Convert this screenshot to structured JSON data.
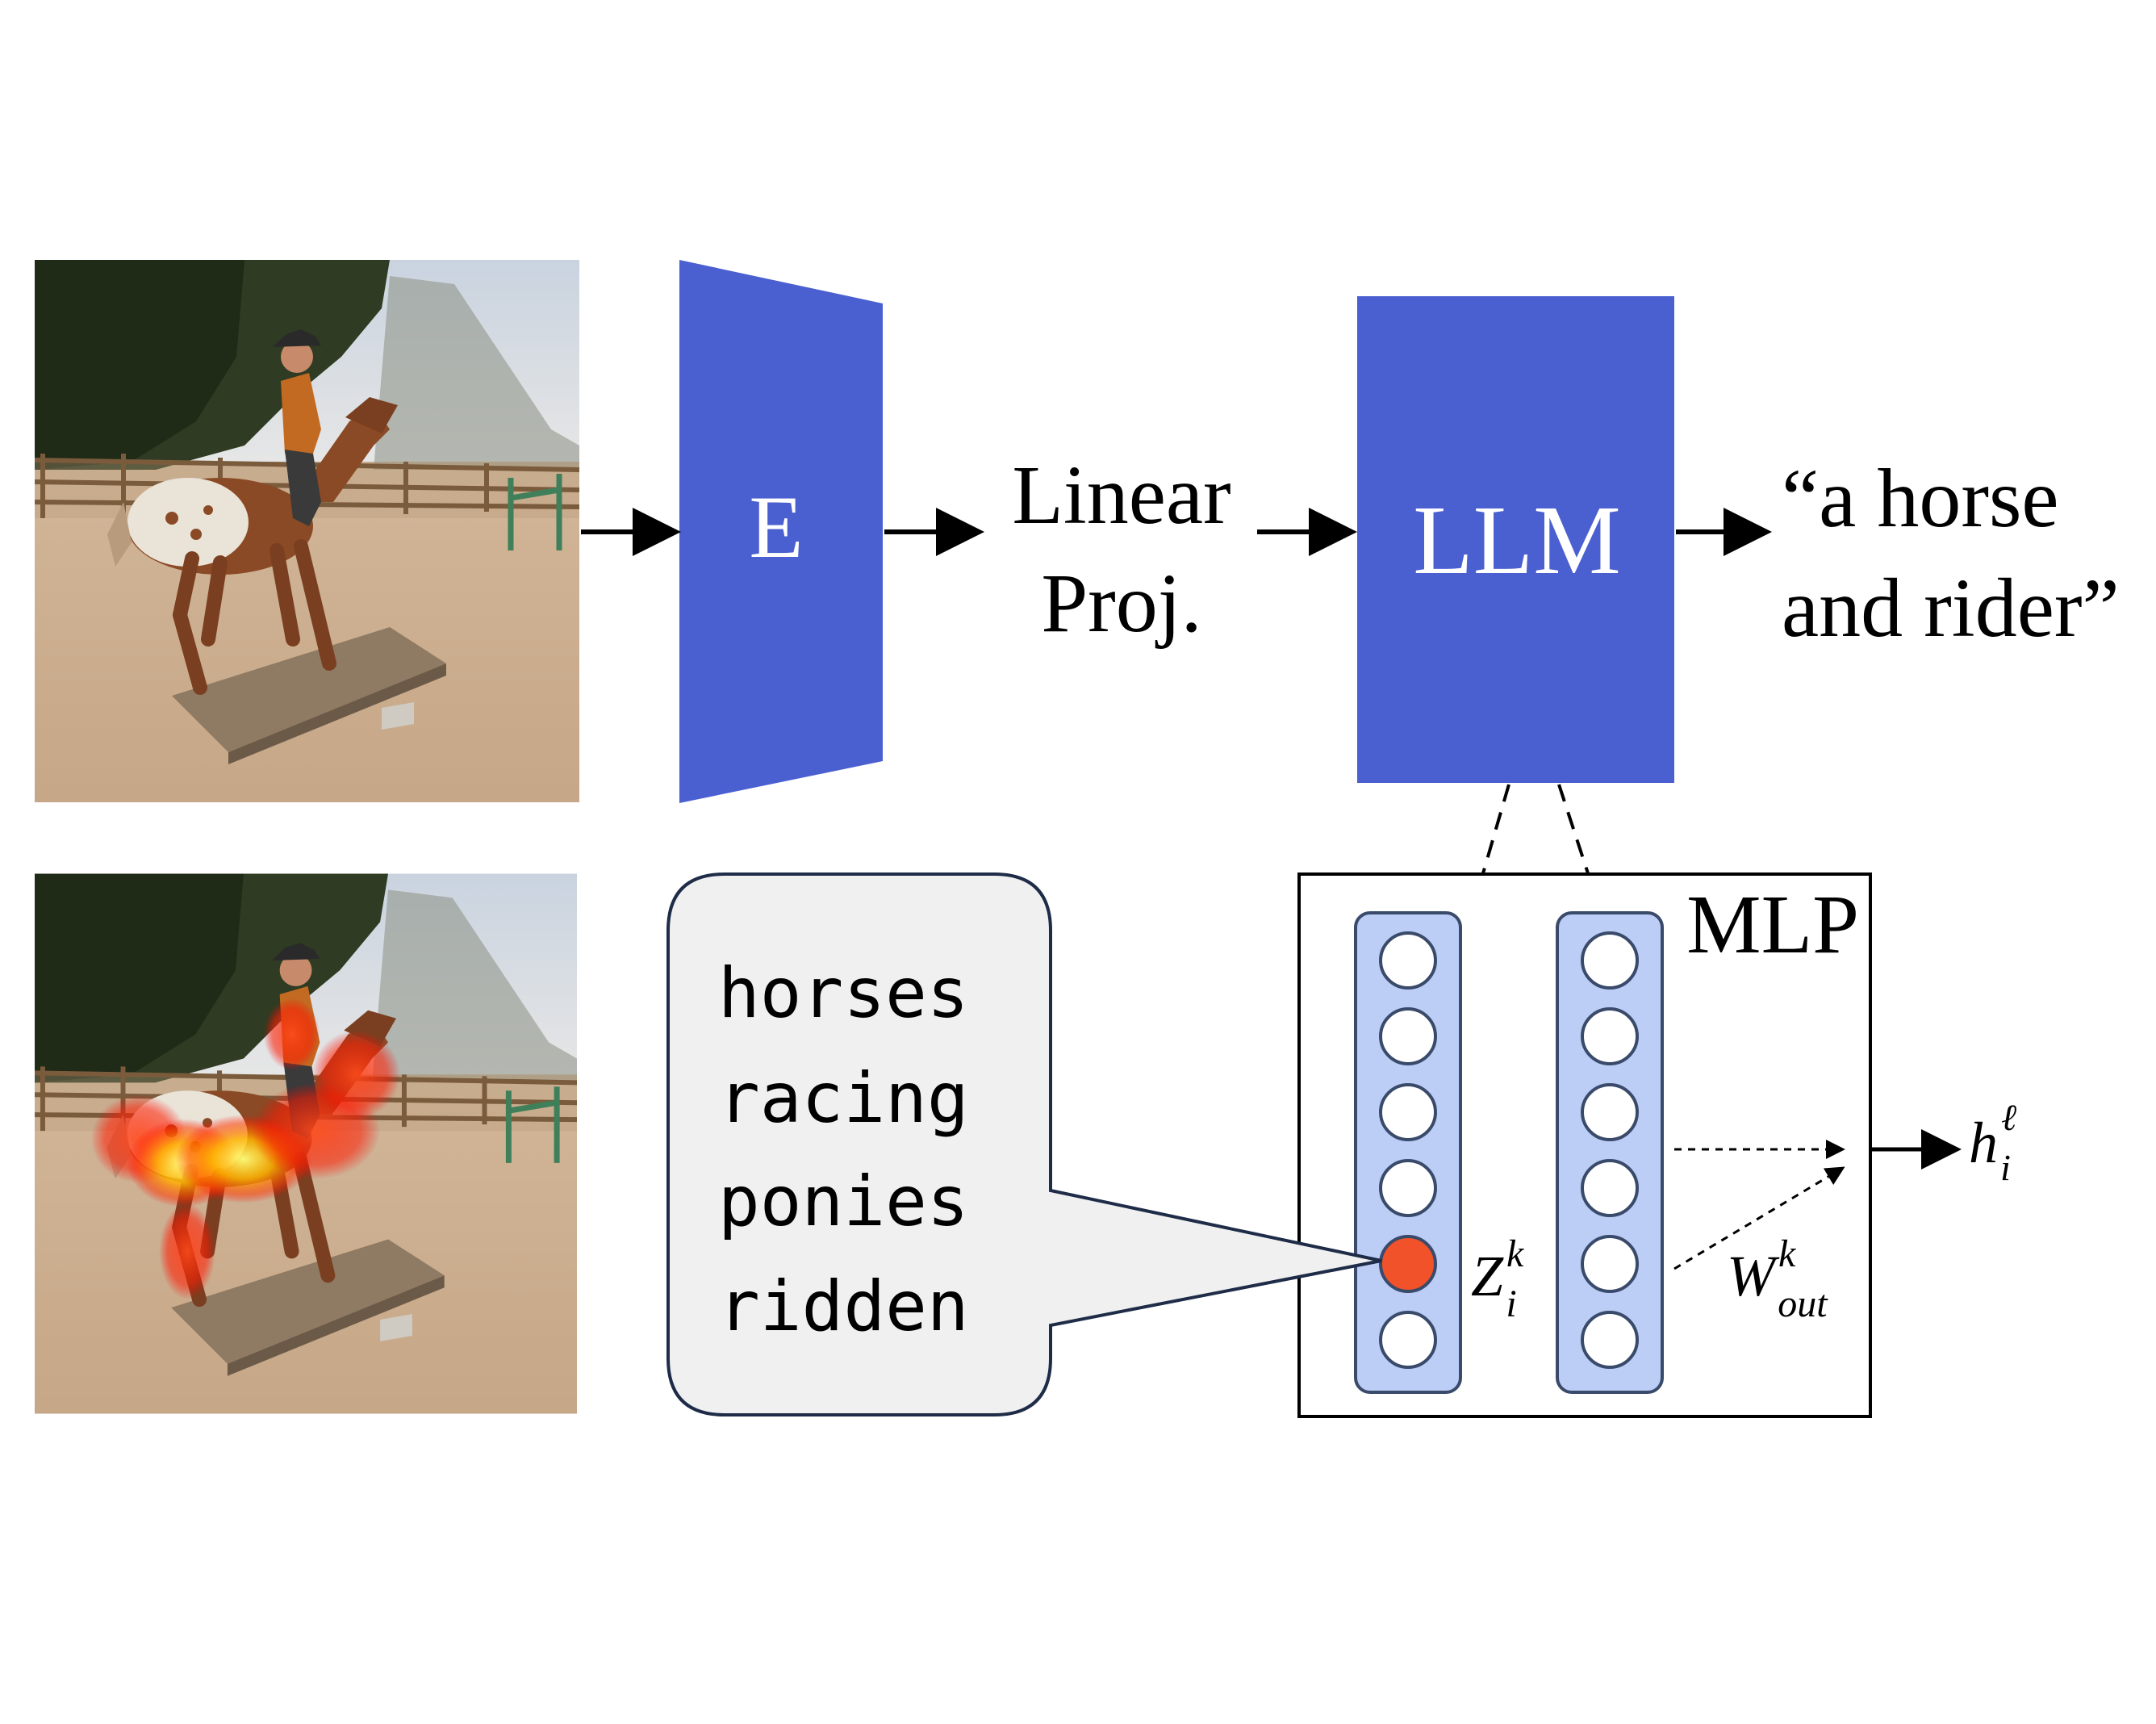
{
  "encoder": {
    "label": "E"
  },
  "projection": {
    "line1": "Linear",
    "line2": "Proj."
  },
  "llm": {
    "label": "LLM"
  },
  "output": {
    "line1": "“a horse",
    "line2": "and rider”"
  },
  "mlp": {
    "label": "MLP",
    "z_label": {
      "base": "Z",
      "sup": "k",
      "sub": "i"
    },
    "w_label": {
      "base": "W",
      "sup": "k",
      "sub": "out"
    },
    "h_label": {
      "base": "h",
      "sup": "ℓ",
      "sub": "i"
    },
    "neurons_per_column": 6,
    "highlighted_neuron_index": 4
  },
  "callout": {
    "words": [
      "horses",
      "racing",
      "ponies",
      "ridden"
    ]
  },
  "images": {
    "top": "photo-horse-and-rider",
    "bottom": "photo-horse-and-rider-heatmap"
  },
  "colors": {
    "block_blue": "#4a5fd0",
    "neuron_column_fill": "#bccdf6",
    "neuron_column_stroke": "#3a4a6a",
    "highlight_neuron": "#f2522a",
    "callout_fill": "#f0f0f0",
    "callout_stroke": "#1e2c48"
  }
}
